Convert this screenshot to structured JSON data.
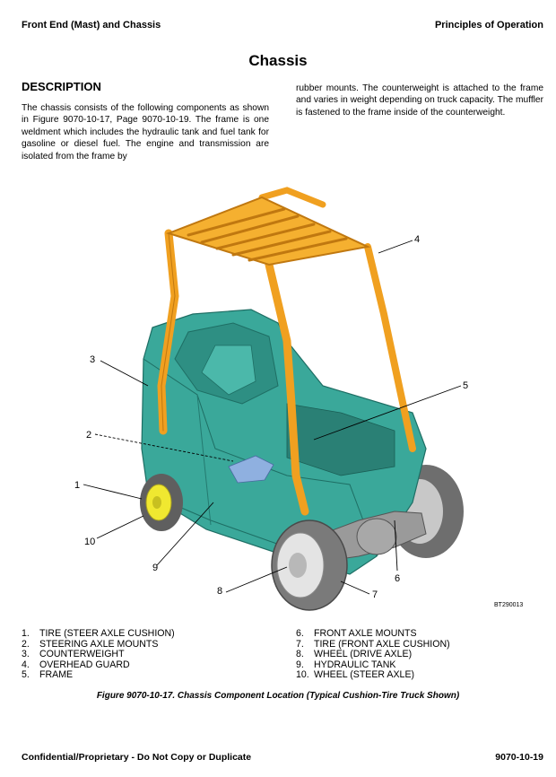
{
  "header": {
    "left": "Front End (Mast) and Chassis",
    "right": "Principles of Operation"
  },
  "title": "Chassis",
  "section_heading": "DESCRIPTION",
  "paragraph_col1": "The chassis consists of the following components as shown in Figure 9070-10-17, Page 9070-10-19. The frame is one weldment which includes the hydraulic tank and fuel tank for gasoline or diesel fuel. The engine and transmission are isolated from the frame by",
  "paragraph_col2": "rubber mounts. The counterweight is attached to the frame and varies in weight depending on truck capacity. The muffler is fastened to the frame inside of the counterweight.",
  "figure": {
    "callouts": [
      "1",
      "2",
      "3",
      "4",
      "5",
      "6",
      "7",
      "8",
      "9",
      "10"
    ],
    "code": "BT290013",
    "colors": {
      "overhead_guard": "#f0a020",
      "frame": "#3aa89a",
      "tire": "#7a7a7a"
    }
  },
  "legend": [
    {
      "num": "1.",
      "text": "TIRE (STEER AXLE CUSHION)"
    },
    {
      "num": "2.",
      "text": "STEERING AXLE MOUNTS"
    },
    {
      "num": "3.",
      "text": "COUNTERWEIGHT"
    },
    {
      "num": "4.",
      "text": "OVERHEAD GUARD"
    },
    {
      "num": "5.",
      "text": "FRAME"
    },
    {
      "num": "6.",
      "text": "FRONT AXLE MOUNTS"
    },
    {
      "num": "7.",
      "text": "TIRE (FRONT AXLE CUSHION)"
    },
    {
      "num": "8.",
      "text": "WHEEL (DRIVE AXLE)"
    },
    {
      "num": "9.",
      "text": "HYDRAULIC TANK"
    },
    {
      "num": "10.",
      "text": "WHEEL (STEER AXLE)"
    }
  ],
  "caption": "Figure 9070-10-17. Chassis Component Location (Typical Cushion-Tire Truck Shown)",
  "footer": {
    "left": "Confidential/Proprietary - Do Not Copy or Duplicate",
    "right": "9070-10-19"
  }
}
